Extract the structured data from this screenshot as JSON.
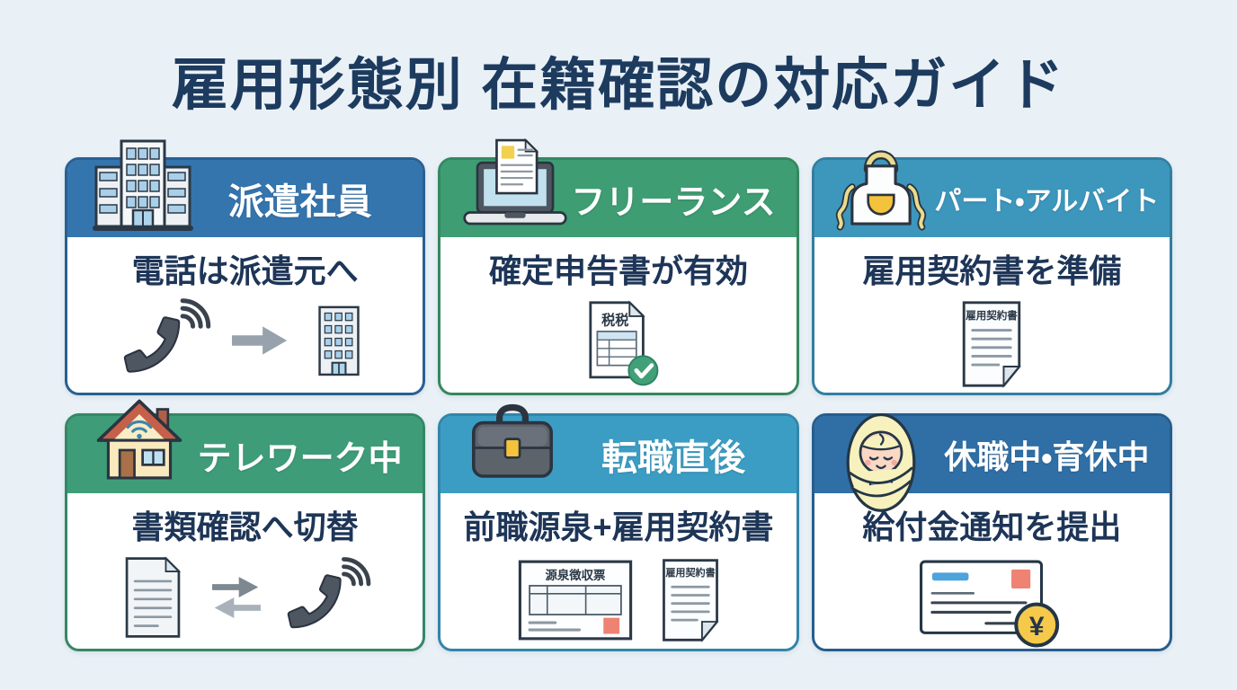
{
  "title": "雇用形態別 在籍確認の対応ガイド",
  "colors": {
    "background": "#e9f1f7",
    "title_text": "#1d3b5e",
    "body_text": "#1d3557",
    "check_green": "#42a078",
    "coin_yellow": "#f6c94b",
    "stamp_red": "#ef8273"
  },
  "cards": [
    {
      "label": "派遣社員",
      "subtitle": "電話は派遣元へ",
      "header_color": "#3575ae",
      "border_color": "#2a5f91"
    },
    {
      "label": "フリーランス",
      "subtitle": "確定申告書が有効",
      "header_color": "#3e9d73",
      "border_color": "#35875f",
      "doc_text": "税税"
    },
    {
      "label": "パート・アルバイト",
      "subtitle": "雇用契約書を準備",
      "header_color": "#3d96bc",
      "border_color": "#327ea0",
      "doc_text": "雇用契約書"
    },
    {
      "label": "テレワーク中",
      "subtitle": "書類確認へ切替",
      "header_color": "#3e9d78",
      "border_color": "#358764"
    },
    {
      "label": "転職直後",
      "subtitle": "前職源泉+雇用契約書",
      "header_color": "#3c9dc4",
      "border_color": "#3285a8",
      "doc_text_left": "源泉徴収票",
      "doc_text_right": "雇用契約書"
    },
    {
      "label": "休職中・育休中",
      "subtitle": "給付金通知を提出",
      "header_color": "#2f6fa6",
      "border_color": "#275d8d",
      "coin_text": "¥"
    }
  ]
}
